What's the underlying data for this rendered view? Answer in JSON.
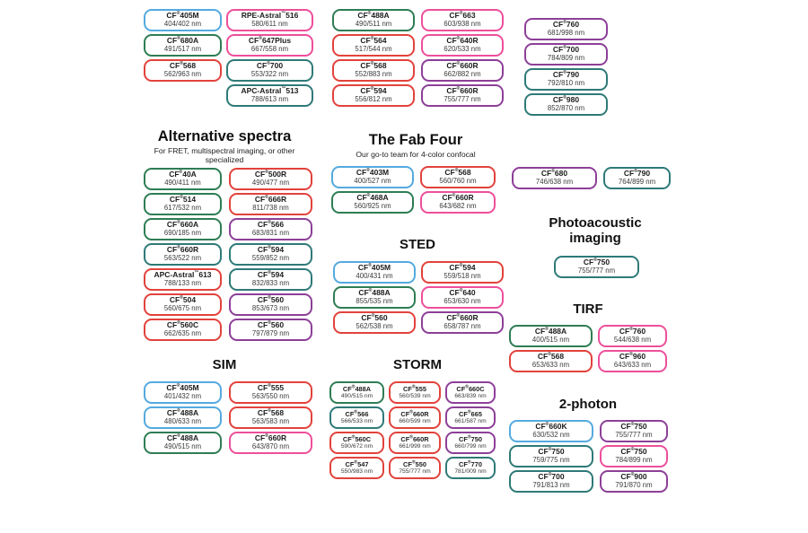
{
  "palette": {
    "blue": "#54aadf",
    "green": "#2e7d54",
    "teal": "#2e7a78",
    "red": "#e2423c",
    "pink": "#ed4f9b",
    "purple": "#8d3f98"
  },
  "sections": {
    "top_group_1": {
      "columns": [
        [
          {
            "name": "CF®405M",
            "value": "404/402 nm",
            "color": "blue"
          },
          {
            "name": "CF®680A",
            "value": "491/517 nm",
            "color": "green"
          },
          {
            "name": "CF®568",
            "value": "562/963 nm",
            "color": "red"
          }
        ],
        [
          {
            "name": "RPE-Astral™516",
            "value": "580/611 nm",
            "color": "pink"
          },
          {
            "name": "CF®647Plus",
            "value": "667/558 nm",
            "color": "pink"
          },
          {
            "name": "CF®700",
            "value": "553/322 nm",
            "color": "teal"
          },
          {
            "name": "APC-Astral™513",
            "value": "788/613 nm",
            "color": "teal"
          }
        ]
      ]
    },
    "top_group_2": {
      "columns": [
        [
          {
            "name": "CF®488A",
            "value": "490/511 nm",
            "color": "green"
          },
          {
            "name": "CF®564",
            "value": "517/544 nm",
            "color": "red"
          },
          {
            "name": "CF®568",
            "value": "552/883 nm",
            "color": "red"
          },
          {
            "name": "CF®594",
            "value": "556/812 nm",
            "color": "red"
          }
        ],
        [
          {
            "name": "CF®663",
            "value": "603/938 nm",
            "color": "pink"
          },
          {
            "name": "CF®640R",
            "value": "620/533 nm",
            "color": "pink"
          },
          {
            "name": "CF®660R",
            "value": "662/882 nm",
            "color": "purple"
          },
          {
            "name": "CF®660R",
            "value": "755/777 nm",
            "color": "purple"
          }
        ]
      ]
    },
    "top_group_3": {
      "columns": [
        [
          {
            "name": "CF®760",
            "value": "681/998 nm",
            "color": "purple"
          },
          {
            "name": "CF®700",
            "value": "784/809 nm",
            "color": "purple"
          },
          {
            "name": "CF®790",
            "value": "792/810 nm",
            "color": "teal"
          },
          {
            "name": "CF®980",
            "value": "852/870 nm",
            "color": "teal"
          }
        ]
      ]
    },
    "alternative_spectra": {
      "title": "Alternative spectra",
      "subtitle": "For FRET, multispectral imaging, or other specialized",
      "columns": [
        [
          {
            "name": "CF®40A",
            "value": "490/411 nm",
            "color": "green"
          },
          {
            "name": "CF®514",
            "value": "617/532 nm",
            "color": "green"
          },
          {
            "name": "CF®660A",
            "value": "690/185 nm",
            "color": "green"
          },
          {
            "name": "CF®660R",
            "value": "563/522 nm",
            "color": "teal"
          },
          {
            "name": "APC-Astral™613",
            "value": "788/133 nm",
            "color": "red"
          },
          {
            "name": "CF®504",
            "value": "560/675 nm",
            "color": "red"
          },
          {
            "name": "CF®560C",
            "value": "662/635 nm",
            "color": "red"
          }
        ],
        [
          {
            "name": "CF®500R",
            "value": "490/477 nm",
            "color": "red"
          },
          {
            "name": "CF®666R",
            "value": "811/738 nm",
            "color": "red"
          },
          {
            "name": "CF®566",
            "value": "683/831 nm",
            "color": "purple"
          },
          {
            "name": "CF®594",
            "value": "559/852 nm",
            "color": "teal"
          },
          {
            "name": "CF®594",
            "value": "832/833 nm",
            "color": "teal"
          },
          {
            "name": "CF®560",
            "value": "853/673 nm",
            "color": "purple"
          },
          {
            "name": "CF®560",
            "value": "797/879 nm",
            "color": "purple"
          }
        ]
      ]
    },
    "fab_four": {
      "title": "The Fab Four",
      "subtitle": "Our go-to team for 4-color confocal",
      "columns": [
        [
          {
            "name": "CF®403M",
            "value": "400/527 nm",
            "color": "blue"
          },
          {
            "name": "CF®468A",
            "value": "560/925 nm",
            "color": "green"
          }
        ],
        [
          {
            "name": "CF®568",
            "value": "560/760 nm",
            "color": "red"
          },
          {
            "name": "CF®660R",
            "value": "643/682 nm",
            "color": "pink"
          }
        ]
      ]
    },
    "nir_pair": {
      "columns": [
        [
          {
            "name": "CF®680",
            "value": "746/638 nm",
            "color": "purple"
          }
        ],
        [
          {
            "name": "CF®790",
            "value": "764/899 nm",
            "color": "teal"
          }
        ]
      ]
    },
    "photoacoustic": {
      "title": "Photoacoustic imaging",
      "columns": [
        [
          {
            "name": "CF®750",
            "value": "755/777 nm",
            "color": "teal"
          }
        ]
      ]
    },
    "sted": {
      "title": "STED",
      "columns": [
        [
          {
            "name": "CF®405M",
            "value": "400/431 nm",
            "color": "blue"
          },
          {
            "name": "CF®488A",
            "value": "855/535 nm",
            "color": "green"
          },
          {
            "name": "CF®560",
            "value": "562/538 nm",
            "color": "red"
          }
        ],
        [
          {
            "name": "CF®594",
            "value": "559/518 nm",
            "color": "red"
          },
          {
            "name": "CF®640",
            "value": "653/630 nm",
            "color": "pink"
          },
          {
            "name": "CF®660R",
            "value": "658/787 nm",
            "color": "purple"
          }
        ]
      ]
    },
    "tirf": {
      "title": "TIRF",
      "columns": [
        [
          {
            "name": "CF®488A",
            "value": "400/515 nm",
            "color": "green"
          },
          {
            "name": "CF®568",
            "value": "653/633 nm",
            "color": "red"
          }
        ],
        [
          {
            "name": "CF®760",
            "value": "544/638 nm",
            "color": "pink"
          },
          {
            "name": "CF®960",
            "value": "643/633 nm",
            "color": "pink"
          }
        ]
      ]
    },
    "sim": {
      "title": "SIM",
      "columns": [
        [
          {
            "name": "CF®405M",
            "value": "401/432 nm",
            "color": "blue"
          },
          {
            "name": "CF®488A",
            "value": "480/633 nm",
            "color": "blue"
          },
          {
            "name": "CF®488A",
            "value": "490/515 nm",
            "color": "green"
          }
        ],
        [
          {
            "name": "CF®555",
            "value": "563/550 nm",
            "color": "red"
          },
          {
            "name": "CF®568",
            "value": "563/583 nm",
            "color": "red"
          },
          {
            "name": "CF®660R",
            "value": "643/870 nm",
            "color": "pink"
          }
        ]
      ]
    },
    "storm": {
      "title": "STORM",
      "columns": [
        [
          {
            "name": "CF®488A",
            "value": "490/515 nm",
            "color": "green"
          },
          {
            "name": "CF®566",
            "value": "566/533 nm",
            "color": "teal"
          },
          {
            "name": "CF®560C",
            "value": "590/672 nm",
            "color": "red"
          },
          {
            "name": "CF®547",
            "value": "550/983 nm",
            "color": "red"
          }
        ],
        [
          {
            "name": "CF®555",
            "value": "560/539 nm",
            "color": "red"
          },
          {
            "name": "CF®660R",
            "value": "660/599 nm",
            "color": "red"
          },
          {
            "name": "CF®660R",
            "value": "661/999 nm",
            "color": "red"
          },
          {
            "name": "CF®550",
            "value": "755/777 nm",
            "color": "red"
          }
        ],
        [
          {
            "name": "CF®660C",
            "value": "663/839 nm",
            "color": "purple"
          },
          {
            "name": "CF®665",
            "value": "661/587 nm",
            "color": "purple"
          },
          {
            "name": "CF®750",
            "value": "660/799 nm",
            "color": "purple"
          },
          {
            "name": "CF®770",
            "value": "781/009 nm",
            "color": "teal"
          }
        ]
      ]
    },
    "two_photon": {
      "title": "2-photon",
      "columns": [
        [
          {
            "name": "CF®660K",
            "value": "630/532 nm",
            "color": "blue"
          },
          {
            "name": "CF®750",
            "value": "759/775 nm",
            "color": "teal"
          },
          {
            "name": "CF®700",
            "value": "791/813 nm",
            "color": "teal"
          }
        ],
        [
          {
            "name": "CF®750",
            "value": "755/777 nm",
            "color": "purple"
          },
          {
            "name": "CF®750",
            "value": "784/899 nm",
            "color": "pink"
          },
          {
            "name": "CF®900",
            "value": "791/870 nm",
            "color": "purple"
          }
        ]
      ]
    }
  }
}
